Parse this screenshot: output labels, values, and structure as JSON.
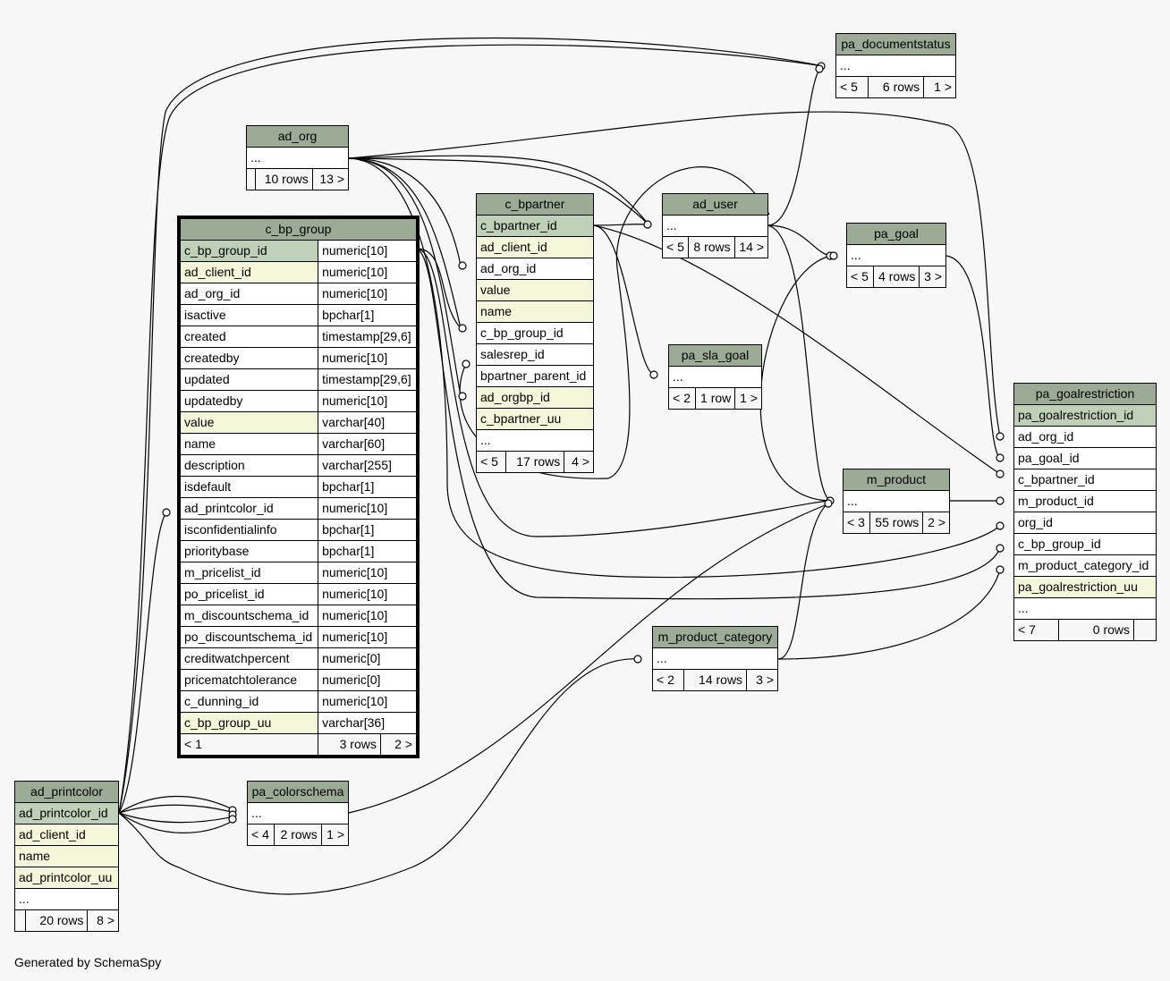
{
  "footer": "Generated by SchemaSpy",
  "tables": {
    "pa_documentstatus": {
      "name": "pa_documentstatus",
      "rows": [
        "..."
      ],
      "footer": [
        "< 5",
        "6 rows",
        "1 >"
      ]
    },
    "ad_org": {
      "name": "ad_org",
      "rows": [
        "..."
      ],
      "footer": [
        "",
        "10 rows",
        "13 >"
      ]
    },
    "c_bpartner": {
      "name": "c_bpartner",
      "rows": [
        "c_bpartner_id",
        "ad_client_id",
        "ad_org_id",
        "value",
        "name",
        "c_bp_group_id",
        "salesrep_id",
        "bpartner_parent_id",
        "ad_orgbp_id",
        "c_bpartner_uu",
        "..."
      ],
      "footer": [
        "< 5",
        "17 rows",
        "4 >"
      ]
    },
    "ad_user": {
      "name": "ad_user",
      "rows": [
        "..."
      ],
      "footer": [
        "< 5",
        "8 rows",
        "14 >"
      ]
    },
    "pa_goal": {
      "name": "pa_goal",
      "rows": [
        "..."
      ],
      "footer": [
        "< 5",
        "4 rows",
        "3 >"
      ]
    },
    "pa_sla_goal": {
      "name": "pa_sla_goal",
      "rows": [
        "..."
      ],
      "footer": [
        "< 2",
        "1 row",
        "1 >"
      ]
    },
    "c_bp_group": {
      "name": "c_bp_group",
      "columns": [
        [
          "c_bp_group_id",
          "numeric[10]"
        ],
        [
          "ad_client_id",
          "numeric[10]"
        ],
        [
          "ad_org_id",
          "numeric[10]"
        ],
        [
          "isactive",
          "bpchar[1]"
        ],
        [
          "created",
          "timestamp[29,6]"
        ],
        [
          "createdby",
          "numeric[10]"
        ],
        [
          "updated",
          "timestamp[29,6]"
        ],
        [
          "updatedby",
          "numeric[10]"
        ],
        [
          "value",
          "varchar[40]"
        ],
        [
          "name",
          "varchar[60]"
        ],
        [
          "description",
          "varchar[255]"
        ],
        [
          "isdefault",
          "bpchar[1]"
        ],
        [
          "ad_printcolor_id",
          "numeric[10]"
        ],
        [
          "isconfidentialinfo",
          "bpchar[1]"
        ],
        [
          "prioritybase",
          "bpchar[1]"
        ],
        [
          "m_pricelist_id",
          "numeric[10]"
        ],
        [
          "po_pricelist_id",
          "numeric[10]"
        ],
        [
          "m_discountschema_id",
          "numeric[10]"
        ],
        [
          "po_discountschema_id",
          "numeric[10]"
        ],
        [
          "creditwatchpercent",
          "numeric[0]"
        ],
        [
          "pricematchtolerance",
          "numeric[0]"
        ],
        [
          "c_dunning_id",
          "numeric[10]"
        ],
        [
          "c_bp_group_uu",
          "varchar[36]"
        ]
      ],
      "footer": [
        "< 1",
        "3 rows",
        "2 >"
      ]
    },
    "pa_goalrestriction": {
      "name": "pa_goalrestriction",
      "rows": [
        "pa_goalrestriction_id",
        "ad_org_id",
        "pa_goal_id",
        "c_bpartner_id",
        "m_product_id",
        "org_id",
        "c_bp_group_id",
        "m_product_category_id",
        "pa_goalrestriction_uu",
        "..."
      ],
      "footer": [
        "< 7",
        "0 rows",
        ""
      ]
    },
    "m_product": {
      "name": "m_product",
      "rows": [
        "..."
      ],
      "footer": [
        "< 3",
        "55 rows",
        "2 >"
      ]
    },
    "m_product_category": {
      "name": "m_product_category",
      "rows": [
        "..."
      ],
      "footer": [
        "< 2",
        "14 rows",
        "3 >"
      ]
    },
    "ad_printcolor": {
      "name": "ad_printcolor",
      "rows": [
        "ad_printcolor_id",
        "ad_client_id",
        "name",
        "ad_printcolor_uu",
        "..."
      ],
      "footer": [
        "",
        "20 rows",
        "8 >"
      ]
    },
    "pa_colorschema": {
      "name": "pa_colorschema",
      "rows": [
        "..."
      ],
      "footer": [
        "< 4",
        "2 rows",
        "1 >"
      ]
    }
  },
  "colors": {
    "header": "#9bab96",
    "primary_key": "#bed1b8",
    "indexed": "#f4f7da",
    "background": "#f7f7f7"
  }
}
